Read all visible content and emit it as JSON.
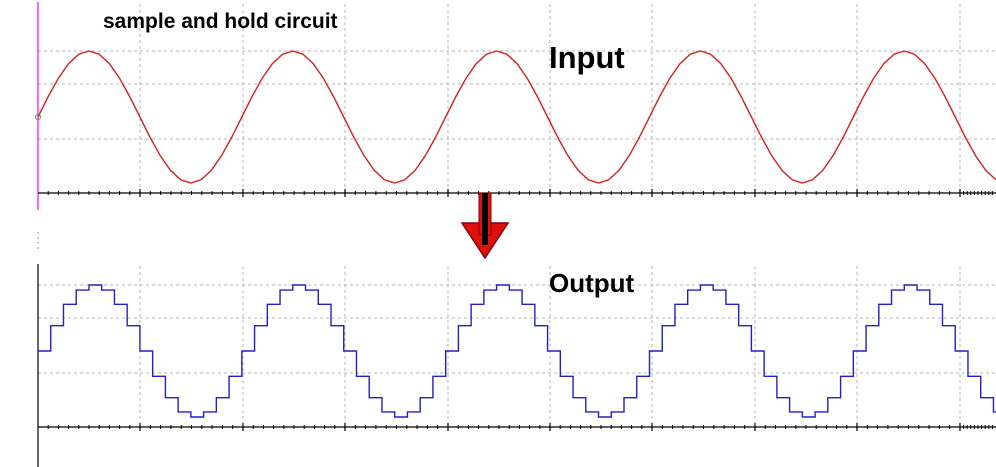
{
  "figure": {
    "title": "sample and hold circuit"
  },
  "colors": {
    "input_trace": "#d42020",
    "output_trace": "#2020c8",
    "grid": "#b4b4b4",
    "axis": "#000000",
    "left_marker": "#ff00ff",
    "arrow_fill": "#e01010",
    "arrow_edge": "#8a0000",
    "arrow_shaft": "#000000"
  },
  "chart_data": [
    {
      "type": "line",
      "label": "Input",
      "color": "#d42020",
      "xlim": [
        0,
        4.7
      ],
      "ylim": [
        -1.05,
        1.5
      ],
      "grid": true,
      "tick_marks_per_division": 10,
      "x": [
        0,
        0.05,
        0.1,
        0.15,
        0.2,
        0.25,
        0.3,
        0.35,
        0.4,
        0.45,
        0.5,
        0.55,
        0.6,
        0.65,
        0.7,
        0.75,
        0.8,
        0.85,
        0.9,
        0.95,
        1.0,
        1.05,
        1.1,
        1.15,
        1.2,
        1.25,
        1.3,
        1.35,
        1.4,
        1.45,
        1.5,
        1.55,
        1.6,
        1.65,
        1.7,
        1.75,
        1.8,
        1.85,
        1.9,
        1.95,
        2.0,
        2.05,
        2.1,
        2.15,
        2.2,
        2.25,
        2.3,
        2.35,
        2.4,
        2.45,
        2.5,
        2.55,
        2.6,
        2.65,
        2.7,
        2.75,
        2.8,
        2.85,
        2.9,
        2.95,
        3.0,
        3.05,
        3.1,
        3.15,
        3.2,
        3.25,
        3.3,
        3.35,
        3.4,
        3.45,
        3.5,
        3.55,
        3.6,
        3.65,
        3.7,
        3.75,
        3.8,
        3.85,
        3.9,
        3.95,
        4.0,
        4.05,
        4.1,
        4.15,
        4.2,
        4.25,
        4.3,
        4.35,
        4.4,
        4.45,
        4.5,
        4.55,
        4.6,
        4.65,
        4.7
      ],
      "y": [
        0.0,
        0.309,
        0.588,
        0.809,
        0.951,
        1.0,
        0.951,
        0.809,
        0.588,
        0.309,
        0.0,
        -0.309,
        -0.588,
        -0.809,
        -0.951,
        -1.0,
        -0.951,
        -0.809,
        -0.588,
        -0.309,
        0.0,
        0.309,
        0.588,
        0.809,
        0.951,
        1.0,
        0.951,
        0.809,
        0.588,
        0.309,
        0.0,
        -0.309,
        -0.588,
        -0.809,
        -0.951,
        -1.0,
        -0.951,
        -0.809,
        -0.588,
        -0.309,
        0.0,
        0.309,
        0.588,
        0.809,
        0.951,
        1.0,
        0.951,
        0.809,
        0.588,
        0.309,
        0.0,
        -0.309,
        -0.588,
        -0.809,
        -0.951,
        -1.0,
        -0.951,
        -0.809,
        -0.588,
        -0.309,
        0.0,
        0.309,
        0.588,
        0.809,
        0.951,
        1.0,
        0.951,
        0.809,
        0.588,
        0.309,
        0.0,
        -0.309,
        -0.588,
        -0.809,
        -0.951,
        -1.0,
        -0.951,
        -0.809,
        -0.588,
        -0.309,
        0.0,
        0.309,
        0.588,
        0.809,
        0.951,
        1.0,
        0.951,
        0.809,
        0.588,
        0.309,
        0.0,
        -0.309,
        -0.588,
        -0.809,
        -0.951
      ]
    },
    {
      "type": "line",
      "label": "Output",
      "color": "#2020c8",
      "step": true,
      "xlim": [
        0,
        4.7
      ],
      "ylim": [
        -1.05,
        1.5
      ],
      "grid": true,
      "tick_marks_per_division": 10,
      "x": [
        0,
        0.0625,
        0.125,
        0.1875,
        0.25,
        0.3125,
        0.375,
        0.4375,
        0.5,
        0.5625,
        0.625,
        0.6875,
        0.75,
        0.8125,
        0.875,
        0.9375,
        1.0,
        1.0625,
        1.125,
        1.1875,
        1.25,
        1.3125,
        1.375,
        1.4375,
        1.5,
        1.5625,
        1.625,
        1.6875,
        1.75,
        1.8125,
        1.875,
        1.9375,
        2.0,
        2.0625,
        2.125,
        2.1875,
        2.25,
        2.3125,
        2.375,
        2.4375,
        2.5,
        2.5625,
        2.625,
        2.6875,
        2.75,
        2.8125,
        2.875,
        2.9375,
        3.0,
        3.0625,
        3.125,
        3.1875,
        3.25,
        3.3125,
        3.375,
        3.4375,
        3.5,
        3.5625,
        3.625,
        3.6875,
        3.75,
        3.8125,
        3.875,
        3.9375,
        4.0,
        4.0625,
        4.125,
        4.1875,
        4.25,
        4.3125,
        4.375,
        4.4375,
        4.5,
        4.5625,
        4.625,
        4.6875
      ],
      "y": [
        0.0,
        0.383,
        0.707,
        0.924,
        1.0,
        0.924,
        0.707,
        0.383,
        0.0,
        -0.383,
        -0.707,
        -0.924,
        -1.0,
        -0.924,
        -0.707,
        -0.383,
        0.0,
        0.383,
        0.707,
        0.924,
        1.0,
        0.924,
        0.707,
        0.383,
        0.0,
        -0.383,
        -0.707,
        -0.924,
        -1.0,
        -0.924,
        -0.707,
        -0.383,
        0.0,
        0.383,
        0.707,
        0.924,
        1.0,
        0.924,
        0.707,
        0.383,
        0.0,
        -0.383,
        -0.707,
        -0.924,
        -1.0,
        -0.924,
        -0.707,
        -0.383,
        0.0,
        0.383,
        0.707,
        0.924,
        1.0,
        0.924,
        0.707,
        0.383,
        0.0,
        -0.383,
        -0.707,
        -0.924,
        -1.0,
        -0.924,
        -0.707,
        -0.383,
        0.0,
        0.383,
        0.707,
        0.924,
        1.0,
        0.924,
        0.707,
        0.383,
        0.0,
        -0.383,
        -0.707,
        -0.924
      ]
    }
  ]
}
